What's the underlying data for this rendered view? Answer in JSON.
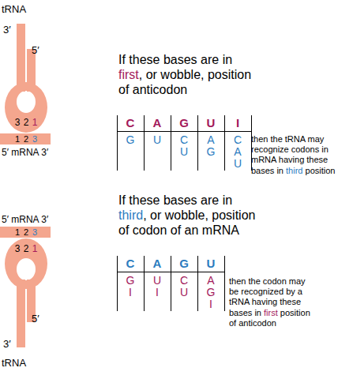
{
  "diagram": {
    "nodes": [
      {
        "text": [
          "3",
          "2",
          "1"
        ]
      },
      {
        "text": [
          "1",
          "2",
          "3"
        ]
      },
      {
        "text": [
          "1",
          "2",
          "3"
        ]
      },
      {
        "text": [
          "3",
          "2",
          "1"
        ]
      }
    ],
    "labels": [
      "tRNA",
      "3′",
      "5′",
      "5′ mRNA 3′",
      "If these bases are in",
      "first",
      ", or wobble, position of anticodon",
      "C",
      "A",
      "G",
      "U",
      "I",
      "G",
      "U",
      "C U",
      "A G",
      "C A U",
      "then the tRNA may recognize codons in mRNA having these bases in",
      "third",
      "position",
      "5′ mRNA 3′",
      "If these bases are in",
      "third",
      ", or wobble, position of codon of an mRNA",
      "C",
      "A",
      "G",
      "U",
      "G I",
      "U I",
      "C U",
      "A G I",
      "then the codon may be recognized by a tRNA having these bases in",
      "first",
      "position of anticodon",
      "5′",
      "3′",
      "tRNA"
    ]
  }
}
